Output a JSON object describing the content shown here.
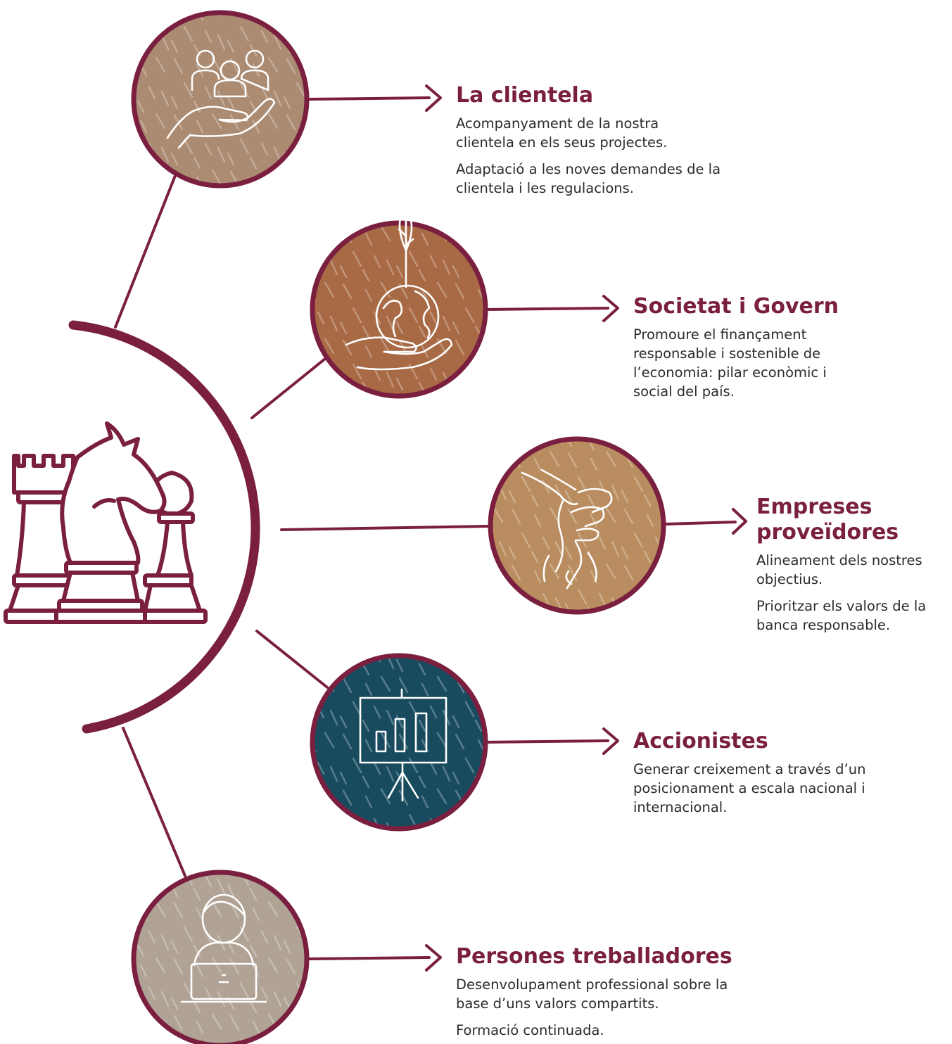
{
  "colors": {
    "primary": "#7a1f3f",
    "clientela": "#ab8b72",
    "societat": "#a86a45",
    "empreses": "#b98d5f",
    "accionistes": "#194b5f",
    "persones": "#b0a294",
    "text": "#2b2b2b"
  },
  "stakeholders": [
    {
      "icon": "people-in-hand-icon",
      "title": "La clientela",
      "paragraphs": [
        "Acompanyament de la nostra clientela en els seus projectes.",
        "Adaptació a les noves demandes de la clientela i les regulacions."
      ]
    },
    {
      "icon": "globe-with-sprout-icon",
      "title": "Societat i Govern",
      "paragraphs": [
        "Promoure el finançament responsable i sostenible de l’economia: pilar econòmic i social del país."
      ]
    },
    {
      "icon": "joined-hands-icon",
      "title": "Empreses proveïdores",
      "paragraphs": [
        "Alineament dels nostres objectius.",
        "Prioritzar els valors de la banca responsable."
      ]
    },
    {
      "icon": "presentation-board-icon",
      "title": "Accionistes",
      "paragraphs": [
        "Generar creixement a través d’un posicionament a escala nacional i internacional."
      ]
    },
    {
      "icon": "person-at-laptop-icon",
      "title": "Persones treballadores",
      "paragraphs": [
        "Desenvolupament professional sobre la base d’uns valors compartits.",
        "Formació continuada."
      ]
    }
  ],
  "central_icon": "chess-pieces-icon"
}
